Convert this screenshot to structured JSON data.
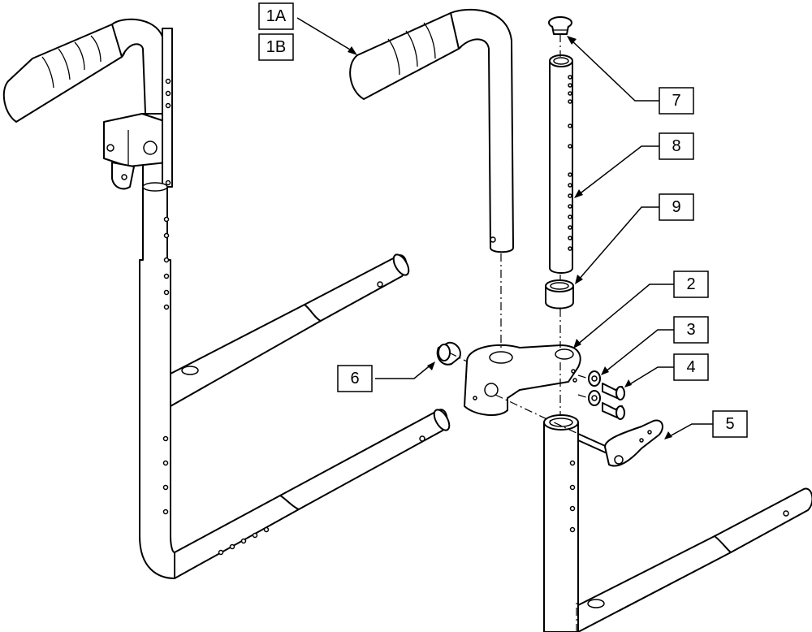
{
  "callouts": {
    "c1a": "1A",
    "c1b": "1B",
    "c2": "2",
    "c3": "3",
    "c4": "4",
    "c5": "5",
    "c6": "6",
    "c7": "7",
    "c8": "8",
    "c9": "9"
  }
}
